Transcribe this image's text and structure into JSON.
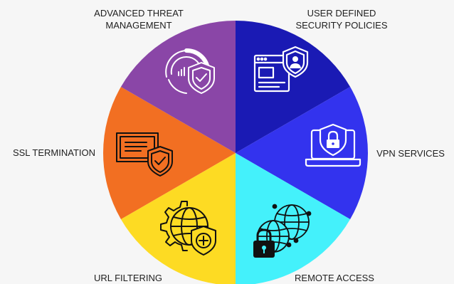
{
  "segments": [
    {
      "id": "user-defined-security-policies",
      "lines": [
        "USER DEFINED",
        "SECURITY POLICIES"
      ],
      "color": "#1a1ab4",
      "icon": "browser-window-user-shield-icon"
    },
    {
      "id": "vpn-services",
      "lines": [
        "VPN SERVICES"
      ],
      "color": "#3333ee",
      "icon": "laptop-shield-lock-icon"
    },
    {
      "id": "remote-access",
      "lines": [
        "REMOTE ACCESS"
      ],
      "color": "#44f1fb",
      "icon": "globes-padlock-icon"
    },
    {
      "id": "url-filtering",
      "lines": [
        "URL FILTERING"
      ],
      "color": "#fddb23",
      "icon": "gear-globe-shield-icon"
    },
    {
      "id": "ssl-termination",
      "lines": [
        "SSL TERMINATION"
      ],
      "color": "#f26f22",
      "icon": "certificate-shield-check-icon"
    },
    {
      "id": "advanced-threat-management",
      "lines": [
        "ADVANCED THREAT",
        "MANAGEMENT"
      ],
      "color": "#8a46a7",
      "icon": "analytics-shield-check-icon"
    }
  ]
}
